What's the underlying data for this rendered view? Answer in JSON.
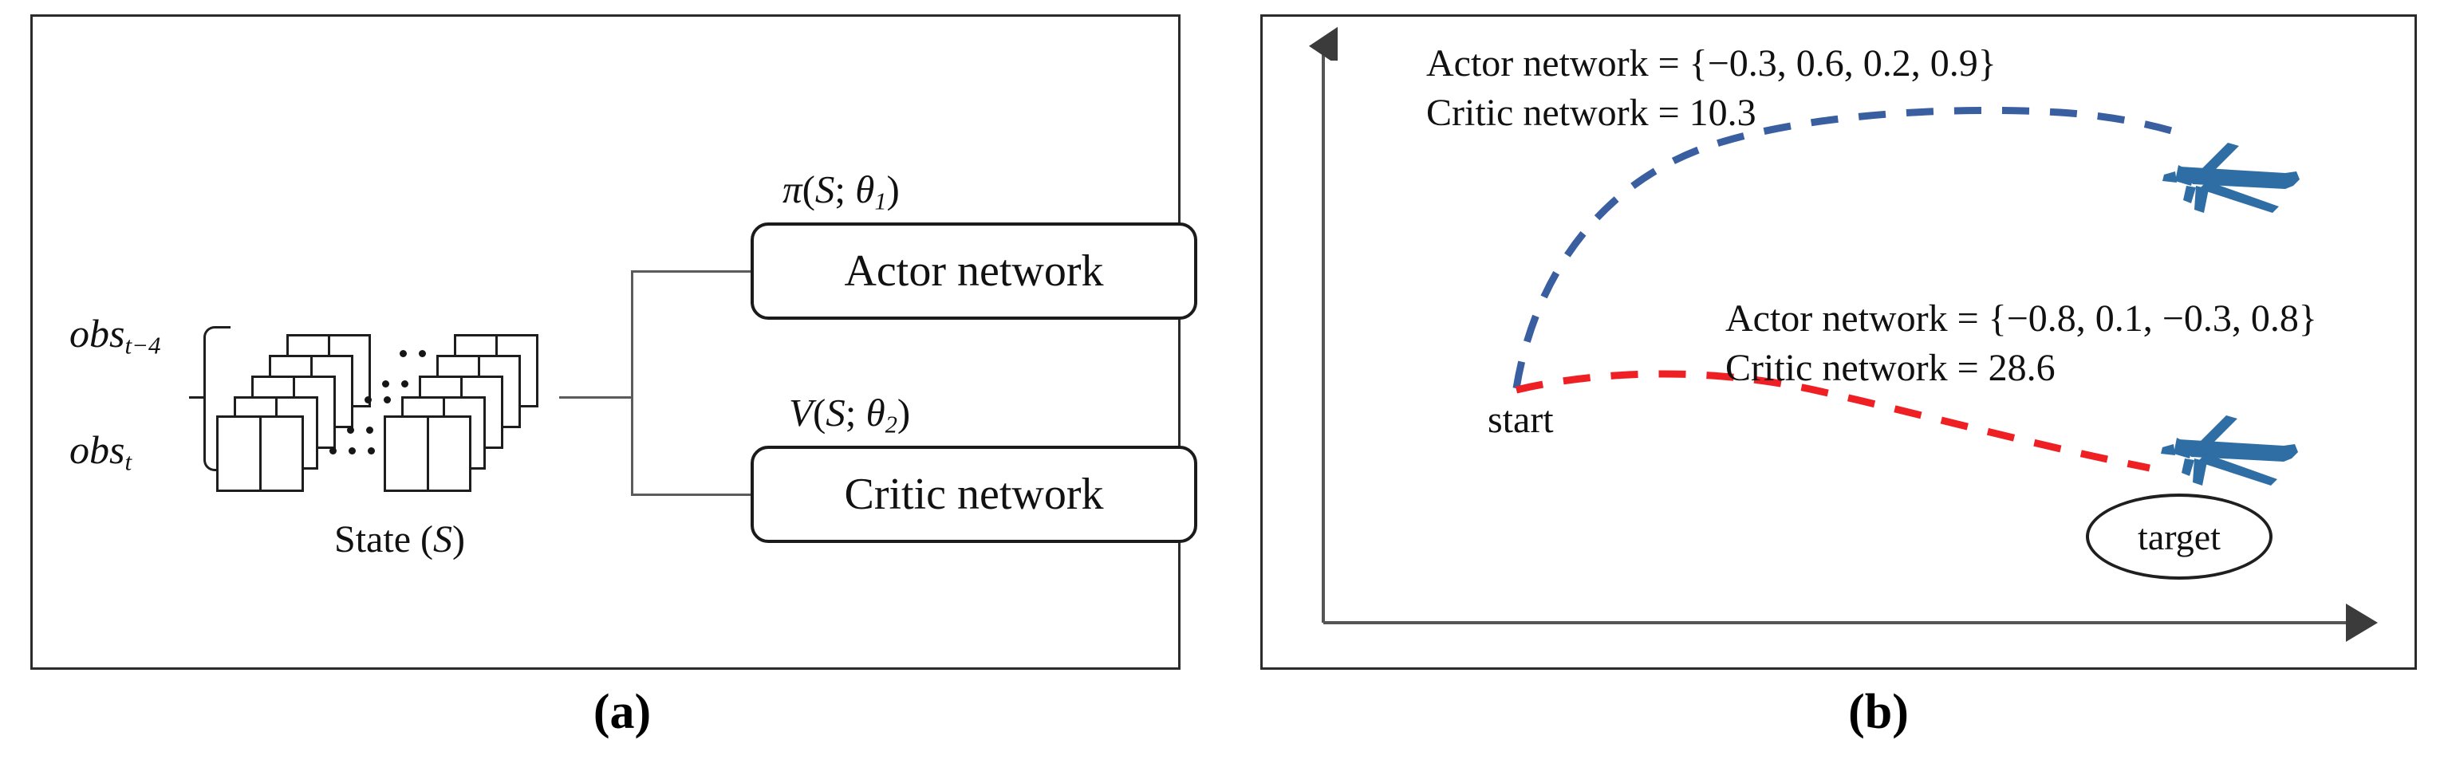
{
  "figure": {
    "captions": {
      "panel_a": "(a)",
      "panel_b": "(b)"
    }
  },
  "panel_a": {
    "obs_first": "obs",
    "obs_first_sub": "t−4",
    "obs_last": "obs",
    "obs_last_sub": "t",
    "state_caption_text": "State (",
    "state_caption_symbol": "S",
    "state_caption_close": ")",
    "actor_label": "Actor network",
    "critic_label": "Critic network",
    "actor_output": "π(S; θ₁)",
    "critic_output": "V(S; θ₂)",
    "actor_output_parts": {
      "fn": "π",
      "open": "(",
      "state": "S",
      "sep": "; ",
      "theta": "θ",
      "index": "1",
      "close": ")"
    },
    "critic_output_parts": {
      "fn": "V",
      "open": "(",
      "state": "S",
      "sep": "; ",
      "theta": "θ",
      "index": "2",
      "close": ")"
    },
    "stack_count": 5,
    "ellipsis_label": "⋯"
  },
  "panel_b": {
    "start_label": "start",
    "target_label": "target",
    "annotation_upper": {
      "actor_line": "Actor network = {−0.3, 0.6, 0.2, 0.9}",
      "critic_line": "Critic network = 10.3",
      "actor_values": [
        -0.3,
        0.6,
        0.2,
        0.9
      ],
      "critic_value": 10.3
    },
    "annotation_lower": {
      "actor_line": "Actor network = {−0.8, 0.1, −0.3, 0.8}",
      "critic_line": "Critic network = 28.6",
      "actor_values": [
        -0.8,
        0.1,
        -0.3,
        0.8
      ],
      "critic_value": 28.6
    },
    "trajectories": [
      {
        "name": "upper-trajectory",
        "color": "#3a5fa0",
        "style": "dashed"
      },
      {
        "name": "lower-trajectory",
        "color": "#ef2024",
        "style": "dashed"
      }
    ],
    "drone_color": "#2f6da5",
    "axis_color": "#555555"
  },
  "colors": {
    "panel_border": "#2b2b2b",
    "ink": "#111111",
    "connector": "#5b5b5b",
    "blue_trajectory": "#3a5fa0",
    "red_trajectory": "#ef2024",
    "drone_blue": "#2f6da5"
  }
}
